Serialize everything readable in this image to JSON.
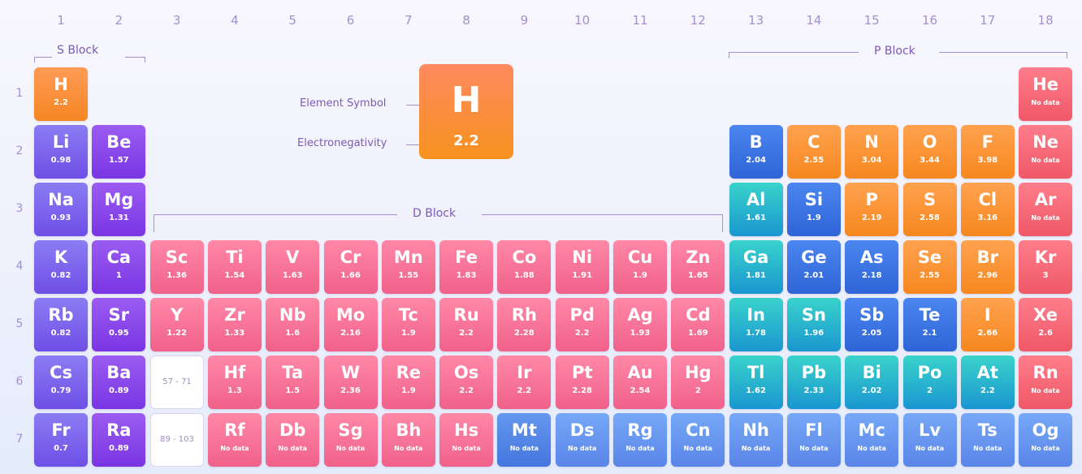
{
  "groups": [
    "1",
    "2",
    "3",
    "4",
    "5",
    "6",
    "7",
    "8",
    "9",
    "10",
    "11",
    "12",
    "13",
    "14",
    "15",
    "16",
    "17",
    "18"
  ],
  "periods": [
    "1",
    "2",
    "3",
    "4",
    "5",
    "6",
    "7"
  ],
  "blocks": {
    "s": "S Block",
    "d": "D Block",
    "p": "P Block"
  },
  "legend": {
    "symbol_label": "Element Symbol",
    "en_label": "Electronegativity",
    "symbol": "H",
    "en": "2.2"
  },
  "ranges": [
    "57 - 71",
    "89 - 103"
  ],
  "category_colors": {
    "alkali": "#7e63ee",
    "alkaline_earth": "#8a44ea",
    "hydrogen": "#f8903a",
    "nonmetal": "#f6891f",
    "noble_gas": "#f46a78",
    "transition": "#f57398",
    "unknown": "#5a85e8",
    "metalloid": "#3b6fe0",
    "post_transition": "#24b4cf"
  },
  "elements": [
    {
      "symbol": "H",
      "en": "2.2",
      "period": 1,
      "group": 1,
      "cat": "h"
    },
    {
      "symbol": "He",
      "en": "No data",
      "period": 1,
      "group": 18,
      "cat": "ng"
    },
    {
      "symbol": "Li",
      "en": "0.98",
      "period": 2,
      "group": 1,
      "cat": "s"
    },
    {
      "symbol": "Be",
      "en": "1.57",
      "period": 2,
      "group": 2,
      "cat": "s2"
    },
    {
      "symbol": "B",
      "en": "2.04",
      "period": 2,
      "group": 13,
      "cat": "bm"
    },
    {
      "symbol": "C",
      "en": "2.55",
      "period": 2,
      "group": 14,
      "cat": "nm"
    },
    {
      "symbol": "N",
      "en": "3.04",
      "period": 2,
      "group": 15,
      "cat": "nm"
    },
    {
      "symbol": "O",
      "en": "3.44",
      "period": 2,
      "group": 16,
      "cat": "nm"
    },
    {
      "symbol": "F",
      "en": "3.98",
      "period": 2,
      "group": 17,
      "cat": "nm"
    },
    {
      "symbol": "Ne",
      "en": "No data",
      "period": 2,
      "group": 18,
      "cat": "ng"
    },
    {
      "symbol": "Na",
      "en": "0.93",
      "period": 3,
      "group": 1,
      "cat": "s"
    },
    {
      "symbol": "Mg",
      "en": "1.31",
      "period": 3,
      "group": 2,
      "cat": "s2"
    },
    {
      "symbol": "Al",
      "en": "1.61",
      "period": 3,
      "group": 13,
      "cat": "tm"
    },
    {
      "symbol": "Si",
      "en": "1.9",
      "period": 3,
      "group": 14,
      "cat": "bm"
    },
    {
      "symbol": "P",
      "en": "2.19",
      "period": 3,
      "group": 15,
      "cat": "nm"
    },
    {
      "symbol": "S",
      "en": "2.58",
      "period": 3,
      "group": 16,
      "cat": "nm"
    },
    {
      "symbol": "Cl",
      "en": "3.16",
      "period": 3,
      "group": 17,
      "cat": "nm"
    },
    {
      "symbol": "Ar",
      "en": "No data",
      "period": 3,
      "group": 18,
      "cat": "ng"
    },
    {
      "symbol": "K",
      "en": "0.82",
      "period": 4,
      "group": 1,
      "cat": "s"
    },
    {
      "symbol": "Ca",
      "en": "1",
      "period": 4,
      "group": 2,
      "cat": "s2"
    },
    {
      "symbol": "Sc",
      "en": "1.36",
      "period": 4,
      "group": 3,
      "cat": "d"
    },
    {
      "symbol": "Ti",
      "en": "1.54",
      "period": 4,
      "group": 4,
      "cat": "d"
    },
    {
      "symbol": "V",
      "en": "1.63",
      "period": 4,
      "group": 5,
      "cat": "d"
    },
    {
      "symbol": "Cr",
      "en": "1.66",
      "period": 4,
      "group": 6,
      "cat": "d"
    },
    {
      "symbol": "Mn",
      "en": "1.55",
      "period": 4,
      "group": 7,
      "cat": "d"
    },
    {
      "symbol": "Fe",
      "en": "1.83",
      "period": 4,
      "group": 8,
      "cat": "d"
    },
    {
      "symbol": "Co",
      "en": "1.88",
      "period": 4,
      "group": 9,
      "cat": "d"
    },
    {
      "symbol": "Ni",
      "en": "1.91",
      "period": 4,
      "group": 10,
      "cat": "d"
    },
    {
      "symbol": "Cu",
      "en": "1.9",
      "period": 4,
      "group": 11,
      "cat": "d"
    },
    {
      "symbol": "Zn",
      "en": "1.65",
      "period": 4,
      "group": 12,
      "cat": "d"
    },
    {
      "symbol": "Ga",
      "en": "1.81",
      "period": 4,
      "group": 13,
      "cat": "tm"
    },
    {
      "symbol": "Ge",
      "en": "2.01",
      "period": 4,
      "group": 14,
      "cat": "bm"
    },
    {
      "symbol": "As",
      "en": "2.18",
      "period": 4,
      "group": 15,
      "cat": "bm"
    },
    {
      "symbol": "Se",
      "en": "2.55",
      "period": 4,
      "group": 16,
      "cat": "nm"
    },
    {
      "symbol": "Br",
      "en": "2.96",
      "period": 4,
      "group": 17,
      "cat": "nm"
    },
    {
      "symbol": "Kr",
      "en": "3",
      "period": 4,
      "group": 18,
      "cat": "ng"
    },
    {
      "symbol": "Rb",
      "en": "0.82",
      "period": 5,
      "group": 1,
      "cat": "s"
    },
    {
      "symbol": "Sr",
      "en": "0.95",
      "period": 5,
      "group": 2,
      "cat": "s2"
    },
    {
      "symbol": "Y",
      "en": "1.22",
      "period": 5,
      "group": 3,
      "cat": "d"
    },
    {
      "symbol": "Zr",
      "en": "1.33",
      "period": 5,
      "group": 4,
      "cat": "d"
    },
    {
      "symbol": "Nb",
      "en": "1.6",
      "period": 5,
      "group": 5,
      "cat": "d"
    },
    {
      "symbol": "Mo",
      "en": "2.16",
      "period": 5,
      "group": 6,
      "cat": "d"
    },
    {
      "symbol": "Tc",
      "en": "1.9",
      "period": 5,
      "group": 7,
      "cat": "d"
    },
    {
      "symbol": "Ru",
      "en": "2.2",
      "period": 5,
      "group": 8,
      "cat": "d"
    },
    {
      "symbol": "Rh",
      "en": "2.28",
      "period": 5,
      "group": 9,
      "cat": "d"
    },
    {
      "symbol": "Pd",
      "en": "2.2",
      "period": 5,
      "group": 10,
      "cat": "d"
    },
    {
      "symbol": "Ag",
      "en": "1.93",
      "period": 5,
      "group": 11,
      "cat": "d"
    },
    {
      "symbol": "Cd",
      "en": "1.69",
      "period": 5,
      "group": 12,
      "cat": "d"
    },
    {
      "symbol": "In",
      "en": "1.78",
      "period": 5,
      "group": 13,
      "cat": "tm"
    },
    {
      "symbol": "Sn",
      "en": "1.96",
      "period": 5,
      "group": 14,
      "cat": "tm"
    },
    {
      "symbol": "Sb",
      "en": "2.05",
      "period": 5,
      "group": 15,
      "cat": "bm"
    },
    {
      "symbol": "Te",
      "en": "2.1",
      "period": 5,
      "group": 16,
      "cat": "bm"
    },
    {
      "symbol": "I",
      "en": "2.66",
      "period": 5,
      "group": 17,
      "cat": "nm"
    },
    {
      "symbol": "Xe",
      "en": "2.6",
      "period": 5,
      "group": 18,
      "cat": "ng"
    },
    {
      "symbol": "Cs",
      "en": "0.79",
      "period": 6,
      "group": 1,
      "cat": "s"
    },
    {
      "symbol": "Ba",
      "en": "0.89",
      "period": 6,
      "group": 2,
      "cat": "s2"
    },
    {
      "symbol": "Hf",
      "en": "1.3",
      "period": 6,
      "group": 4,
      "cat": "d"
    },
    {
      "symbol": "Ta",
      "en": "1.5",
      "period": 6,
      "group": 5,
      "cat": "d"
    },
    {
      "symbol": "W",
      "en": "2.36",
      "period": 6,
      "group": 6,
      "cat": "d"
    },
    {
      "symbol": "Re",
      "en": "1.9",
      "period": 6,
      "group": 7,
      "cat": "d"
    },
    {
      "symbol": "Os",
      "en": "2.2",
      "period": 6,
      "group": 8,
      "cat": "d"
    },
    {
      "symbol": "Ir",
      "en": "2.2",
      "period": 6,
      "group": 9,
      "cat": "d"
    },
    {
      "symbol": "Pt",
      "en": "2.28",
      "period": 6,
      "group": 10,
      "cat": "d"
    },
    {
      "symbol": "Au",
      "en": "2.54",
      "period": 6,
      "group": 11,
      "cat": "d"
    },
    {
      "symbol": "Hg",
      "en": "2",
      "period": 6,
      "group": 12,
      "cat": "d"
    },
    {
      "symbol": "Tl",
      "en": "1.62",
      "period": 6,
      "group": 13,
      "cat": "tm"
    },
    {
      "symbol": "Pb",
      "en": "2.33",
      "period": 6,
      "group": 14,
      "cat": "tm"
    },
    {
      "symbol": "Bi",
      "en": "2.02",
      "period": 6,
      "group": 15,
      "cat": "tm"
    },
    {
      "symbol": "Po",
      "en": "2",
      "period": 6,
      "group": 16,
      "cat": "tm"
    },
    {
      "symbol": "At",
      "en": "2.2",
      "period": 6,
      "group": 17,
      "cat": "tm"
    },
    {
      "symbol": "Rn",
      "en": "No data",
      "period": 6,
      "group": 18,
      "cat": "ng"
    },
    {
      "symbol": "Fr",
      "en": "0.7",
      "period": 7,
      "group": 1,
      "cat": "s"
    },
    {
      "symbol": "Ra",
      "en": "0.89",
      "period": 7,
      "group": 2,
      "cat": "s2"
    },
    {
      "symbol": "Rf",
      "en": "No data",
      "period": 7,
      "group": 4,
      "cat": "d"
    },
    {
      "symbol": "Db",
      "en": "No data",
      "period": 7,
      "group": 5,
      "cat": "d"
    },
    {
      "symbol": "Sg",
      "en": "No data",
      "period": 7,
      "group": 6,
      "cat": "d"
    },
    {
      "symbol": "Bh",
      "en": "No data",
      "period": 7,
      "group": 7,
      "cat": "d"
    },
    {
      "symbol": "Hs",
      "en": "No data",
      "period": 7,
      "group": 8,
      "cat": "d"
    },
    {
      "symbol": "Mt",
      "en": "No data",
      "period": 7,
      "group": 9,
      "cat": "dk"
    },
    {
      "symbol": "Ds",
      "en": "No data",
      "period": 7,
      "group": 10,
      "cat": "uk"
    },
    {
      "symbol": "Rg",
      "en": "No data",
      "period": 7,
      "group": 11,
      "cat": "uk"
    },
    {
      "symbol": "Cn",
      "en": "No data",
      "period": 7,
      "group": 12,
      "cat": "uk"
    },
    {
      "symbol": "Nh",
      "en": "No data",
      "period": 7,
      "group": 13,
      "cat": "uk"
    },
    {
      "symbol": "Fl",
      "en": "No data",
      "period": 7,
      "group": 14,
      "cat": "uk"
    },
    {
      "symbol": "Mc",
      "en": "No data",
      "period": 7,
      "group": 15,
      "cat": "uk"
    },
    {
      "symbol": "Lv",
      "en": "No data",
      "period": 7,
      "group": 16,
      "cat": "uk"
    },
    {
      "symbol": "Ts",
      "en": "No data",
      "period": 7,
      "group": 17,
      "cat": "uk"
    },
    {
      "symbol": "Og",
      "en": "No data",
      "period": 7,
      "group": 18,
      "cat": "uk"
    }
  ]
}
